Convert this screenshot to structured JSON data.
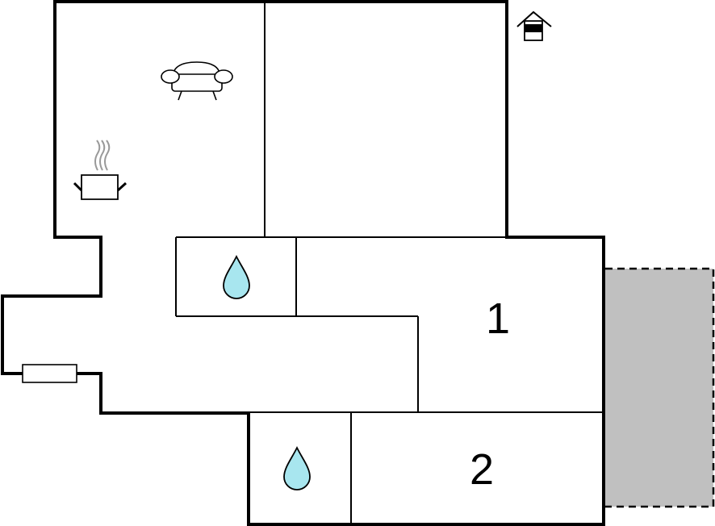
{
  "floor_plan": {
    "rooms": [
      {
        "id": "bedroom-1",
        "label": "1"
      },
      {
        "id": "bedroom-2",
        "label": "2"
      }
    ],
    "icons": [
      "house-icon",
      "sofa-icon",
      "cooking-pot-icon",
      "water-drop-icon",
      "water-drop-icon",
      "radiator-icon"
    ],
    "colors": {
      "wall": "#000000",
      "water": "#a8e6ef",
      "terrace": "#c0c0c0",
      "background": "#ffffff"
    }
  }
}
